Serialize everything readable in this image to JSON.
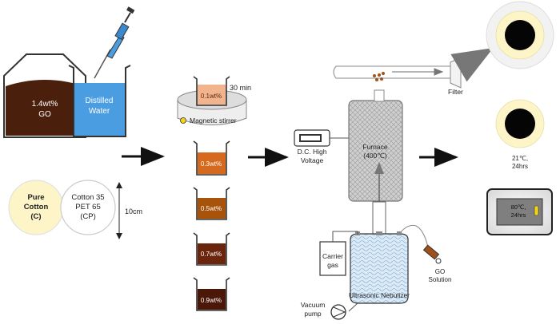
{
  "stage1": {
    "go_beaker": {
      "line1": "1.4wt%",
      "line2": "GO"
    },
    "water_beaker": {
      "line1": "Distilled",
      "line2": "Water"
    },
    "pure_cotton": {
      "line1": "Pure",
      "line2": "Cotton",
      "line3": "(C)"
    },
    "blend": {
      "line1": "Cotton 35",
      "line2": "PET 65",
      "line3": "(CP)"
    },
    "size_label": "10cm"
  },
  "stage2": {
    "stir_time": "30 min",
    "stirrer_label": "Magnetic stirrer",
    "beakers": [
      {
        "label": "0.1wt%",
        "color": "#f2b48c"
      },
      {
        "label": "0.3wt%",
        "color": "#d56a1e"
      },
      {
        "label": "0.5wt%",
        "color": "#a8530c"
      },
      {
        "label": "0.7wt%",
        "color": "#6b250d"
      },
      {
        "label": "0.9wt%",
        "color": "#4a1708"
      }
    ]
  },
  "stage3": {
    "voltage": {
      "line1": "D.C. High",
      "line2": "Voltage"
    },
    "furnace": {
      "line1": "Furnace",
      "line2": "(400℃)"
    },
    "filter_label": "Filter",
    "carrier": {
      "line1": "Carrier",
      "line2": "gas"
    },
    "nebulizer_label": "Ultrasonic Nebulizer",
    "go_solution": {
      "line1": "GO",
      "line2": "Solution"
    },
    "vacuum": {
      "line1": "Vacuum",
      "line2": "pump"
    }
  },
  "stage4": {
    "dry_room": {
      "line1": "21℃,",
      "line2": "24hrs"
    },
    "oven": {
      "line1": "80℃,",
      "line2": "24hrs"
    }
  },
  "colors": {
    "go_brown": "#4a1f0c",
    "water_blue": "#4a9de0",
    "cotton_fill": "#fdf5c8",
    "arrow": "#111111",
    "nebulizer_blue": "#cfe3f5",
    "furnace_gray": "#c9c9c9"
  }
}
